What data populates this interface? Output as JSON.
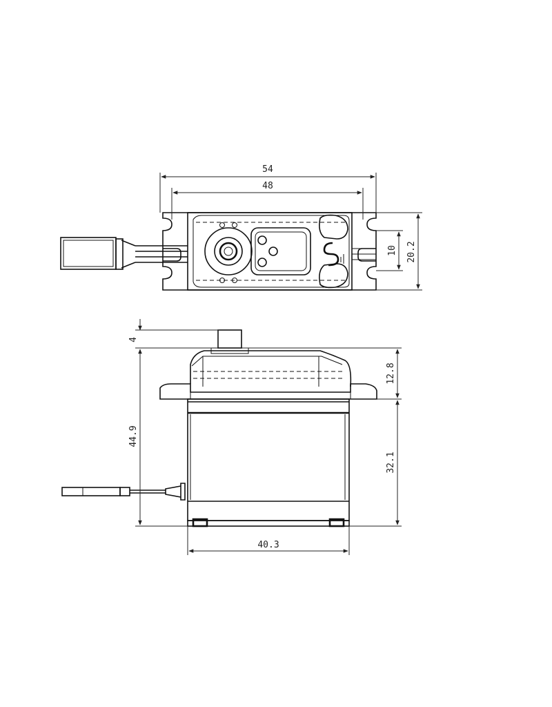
{
  "dimensions": {
    "top_view": {
      "overall_width": "54",
      "mount_hole_spacing": "48",
      "body_width": "20.2",
      "hole_slot_width": "10"
    },
    "side_view": {
      "spline_height": "4",
      "top_to_flange": "12.8",
      "total_height": "44.9",
      "flange_to_bottom": "32.1",
      "body_length": "40.3"
    }
  },
  "logo": {
    "letter": "S"
  }
}
